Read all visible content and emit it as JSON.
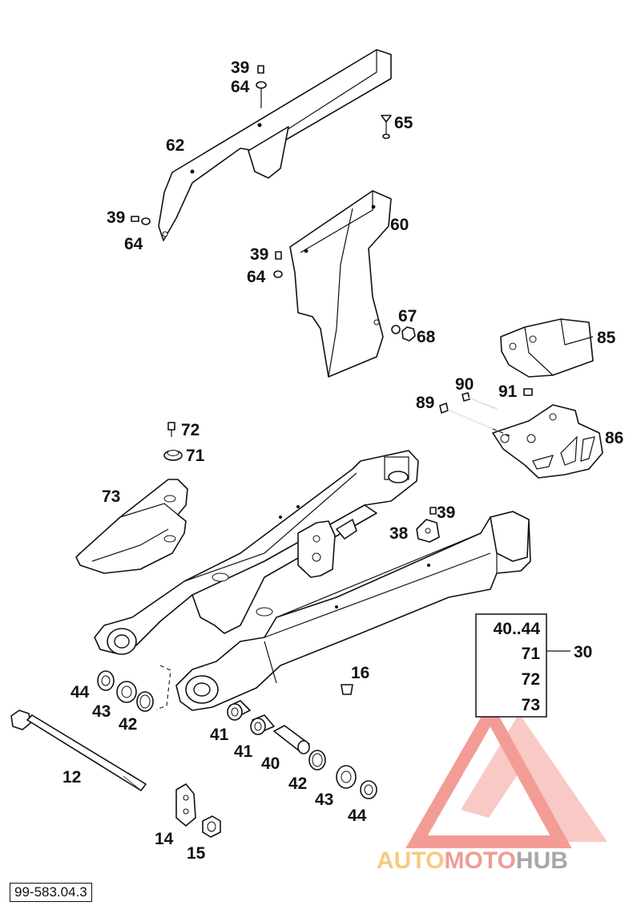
{
  "diagram": {
    "document_code": "99-583.04.3",
    "callouts": [
      {
        "id": "c39a",
        "label": "39"
      },
      {
        "id": "c64a",
        "label": "64"
      },
      {
        "id": "c65",
        "label": "65"
      },
      {
        "id": "c62",
        "label": "62"
      },
      {
        "id": "c39b",
        "label": "39"
      },
      {
        "id": "c64b",
        "label": "64"
      },
      {
        "id": "c60",
        "label": "60"
      },
      {
        "id": "c39c",
        "label": "39"
      },
      {
        "id": "c64c",
        "label": "64"
      },
      {
        "id": "c67",
        "label": "67"
      },
      {
        "id": "c68",
        "label": "68"
      },
      {
        "id": "c85",
        "label": "85"
      },
      {
        "id": "c90",
        "label": "90"
      },
      {
        "id": "c91",
        "label": "91"
      },
      {
        "id": "c89",
        "label": "89"
      },
      {
        "id": "c86",
        "label": "86"
      },
      {
        "id": "c72",
        "label": "72"
      },
      {
        "id": "c71",
        "label": "71"
      },
      {
        "id": "c73",
        "label": "73"
      },
      {
        "id": "c39d",
        "label": "39"
      },
      {
        "id": "c38",
        "label": "38"
      },
      {
        "id": "c16",
        "label": "16"
      },
      {
        "id": "c44a",
        "label": "44"
      },
      {
        "id": "c43a",
        "label": "43"
      },
      {
        "id": "c42a",
        "label": "42"
      },
      {
        "id": "c41a",
        "label": "41"
      },
      {
        "id": "c41b",
        "label": "41"
      },
      {
        "id": "c40",
        "label": "40"
      },
      {
        "id": "c42b",
        "label": "42"
      },
      {
        "id": "c43b",
        "label": "43"
      },
      {
        "id": "c44b",
        "label": "44"
      },
      {
        "id": "c12",
        "label": "12"
      },
      {
        "id": "c14",
        "label": "14"
      },
      {
        "id": "c15",
        "label": "15"
      },
      {
        "id": "c30",
        "label": "30"
      }
    ],
    "kit_box": {
      "items": [
        "40..44",
        "71",
        "72",
        "73"
      ]
    },
    "watermark": {
      "parts": [
        "AUTO",
        "MOTO",
        "HUB"
      ],
      "colors": {
        "auto": "#f5c26b",
        "moto": "#f08a82",
        "hub": "#9a9a9a",
        "logo": "#f07c74"
      }
    }
  }
}
